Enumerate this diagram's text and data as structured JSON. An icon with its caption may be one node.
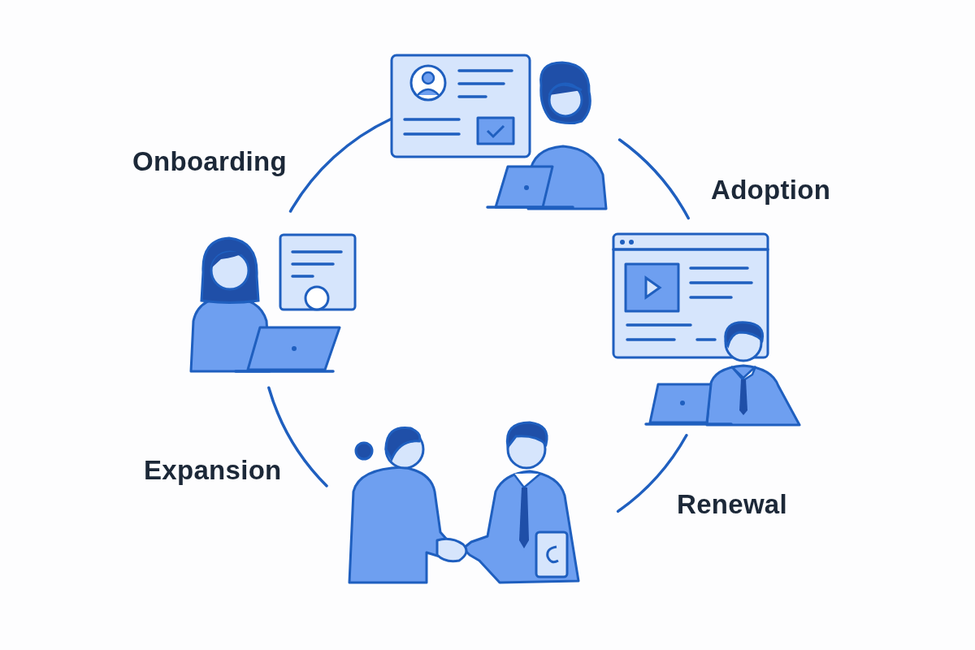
{
  "diagram": {
    "nodes": [
      {
        "text": [],
        "shape": "picture"
      },
      {
        "text": [],
        "shape": "picture"
      },
      {
        "text": [],
        "shape": "picture"
      },
      {
        "text": [],
        "shape": "picture"
      }
    ],
    "edges": [
      {
        "from": 0,
        "to": 1,
        "arrow": "none"
      },
      {
        "from": 1,
        "to": 2,
        "arrow": "none"
      },
      {
        "from": 2,
        "to": 3,
        "arrow": "none"
      },
      {
        "from": 3,
        "to": 0,
        "arrow": "none"
      }
    ],
    "labels": [
      "Onboarding",
      "Adoption",
      "Expansion",
      "Renewal"
    ]
  }
}
